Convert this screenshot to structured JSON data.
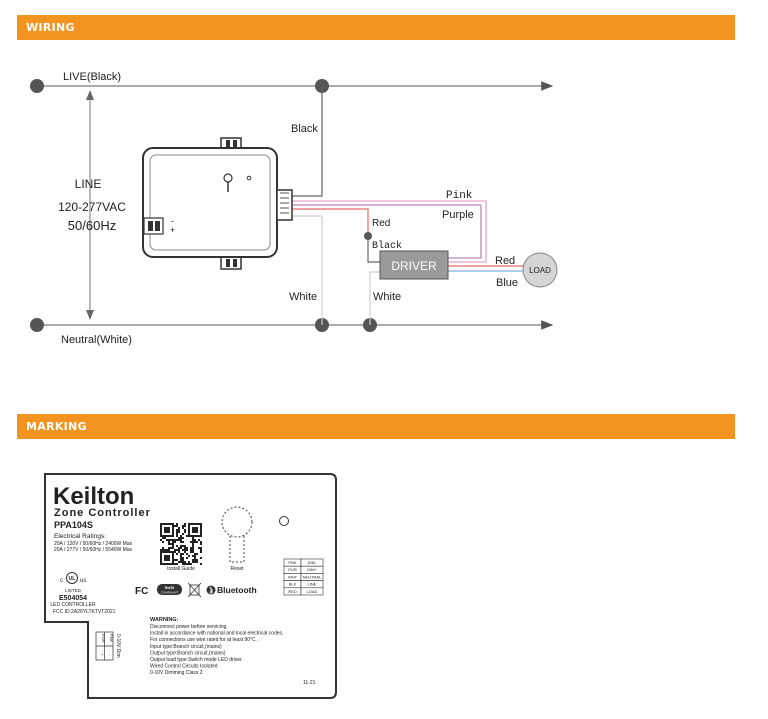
{
  "sections": {
    "wiring": "WIRING",
    "marking": "MARKING"
  },
  "wiring": {
    "live": "LIVE(Black)",
    "neutral": "Neutral(White)",
    "line": "LINE",
    "voltage": "120-277VAC",
    "freq": "50/60Hz",
    "wire_black_top": "Black",
    "wire_pink": "Pink",
    "wire_purple": "Purple",
    "wire_red_left": "Red",
    "wire_black_driver": "Black",
    "driver": "DRIVER",
    "wire_red_right": "Red",
    "wire_blue": "Blue",
    "load": "LOAD",
    "wire_white_left": "White",
    "wire_white_right": "White",
    "terminal_minus": "-",
    "terminal_plus": "+"
  },
  "label": {
    "brand": "Keilton",
    "product": "Zone Controller",
    "model": "PPA104S",
    "ratings_title": "Electrical Ratings:",
    "rating1": "20A / 120V / 50/60Hz / 2400W Max",
    "rating2": "20A / 277V / 50/60Hz / 5540W Max",
    "qr_caption": "Install Guide",
    "reset": "Reset",
    "listed": "LISTED",
    "cert_number": "E504054",
    "cert_type": "LED CONTROLLER",
    "fcc_id": "FCC ID:2A26YLTKTVT2021",
    "fc": "FC",
    "rohs1": "RoHS",
    "rohs2": "COMPLIANT",
    "bluetooth": "Bluetooth",
    "wires": [
      {
        "code": "PNK",
        "func": "DIM-"
      },
      {
        "code": "PUR",
        "func": "DIM+"
      },
      {
        "code": "WHT",
        "func": "NEUTRAL"
      },
      {
        "code": "BLK",
        "func": "LINE"
      },
      {
        "code": "RED",
        "func": "LOAD"
      }
    ],
    "dim_label": "0-10V Dim",
    "dim_col1": "PUR",
    "dim_col2": "PNK",
    "warning_title": "WARNING:",
    "warnings": [
      "Disconnect power before servicing.",
      "Install in accordance with national and local electrical codes.",
      "For connections use wire rated for at least 90°C .",
      "Input type:Branch circuit,(mains)",
      "Output type:Branch circuit,(mains)",
      "Output load type:Switch mode LED driver.",
      "Wired Control Circuits Isolated",
      "0-10V Dimming Class 2"
    ],
    "date_code": "11-21"
  },
  "colors": {
    "accent": "#f39421",
    "pink_wire": "#e7a6c8",
    "purple_wire": "#b987c2",
    "blue_wire": "#7fb0dc",
    "red_wire": "#e36b6b"
  }
}
